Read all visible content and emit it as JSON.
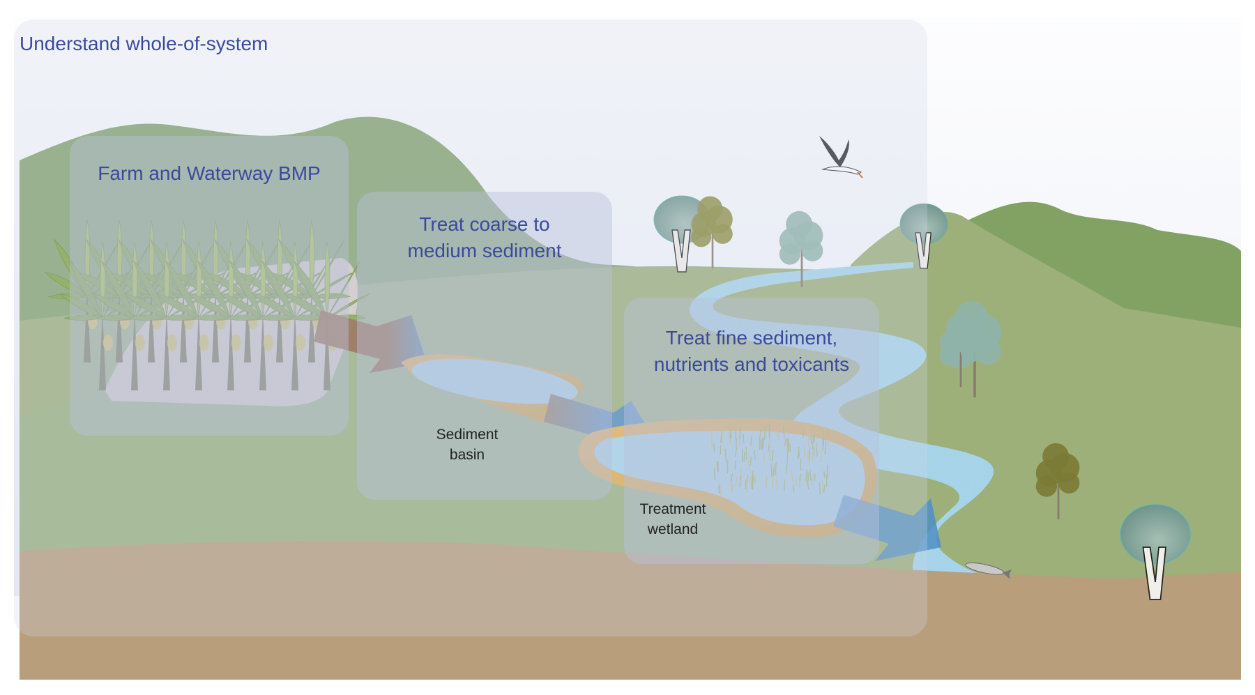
{
  "diagram": {
    "zones": {
      "whole_system": {
        "label": "Understand whole-of-system"
      },
      "farm": {
        "label": "Farm and Waterway BMP"
      },
      "coarse": {
        "label_line1": "Treat coarse to",
        "label_line2": "medium sediment"
      },
      "fine": {
        "label_line1": "Treat fine sediment,",
        "label_line2": "nutrients and toxicants"
      }
    },
    "features": {
      "sediment_basin": {
        "line1": "Sediment",
        "line2": "basin"
      },
      "treatment_wetland": {
        "line1": "Treatment",
        "line2": "wetland"
      }
    },
    "flow_sequence": [
      "Farm",
      "Sediment basin",
      "Treatment wetland",
      "River"
    ],
    "icons": [
      "banana-plantation",
      "flow-arrow",
      "sediment-basin",
      "treatment-wetland",
      "river",
      "eucalyptus-tree",
      "bird",
      "fish",
      "hills",
      "soil-layer"
    ],
    "colors": {
      "label_blue": "#3a4a9c",
      "sky": "#e6e9f3",
      "hill_dark": "#7f9f67",
      "hill_light": "#9fb07c",
      "soil": "#b89e7a",
      "water": "#9dd3ea",
      "bank_orange": "#dca338",
      "arrow_brown": "#8a5a32",
      "arrow_blue": "#4f8fbf"
    }
  }
}
